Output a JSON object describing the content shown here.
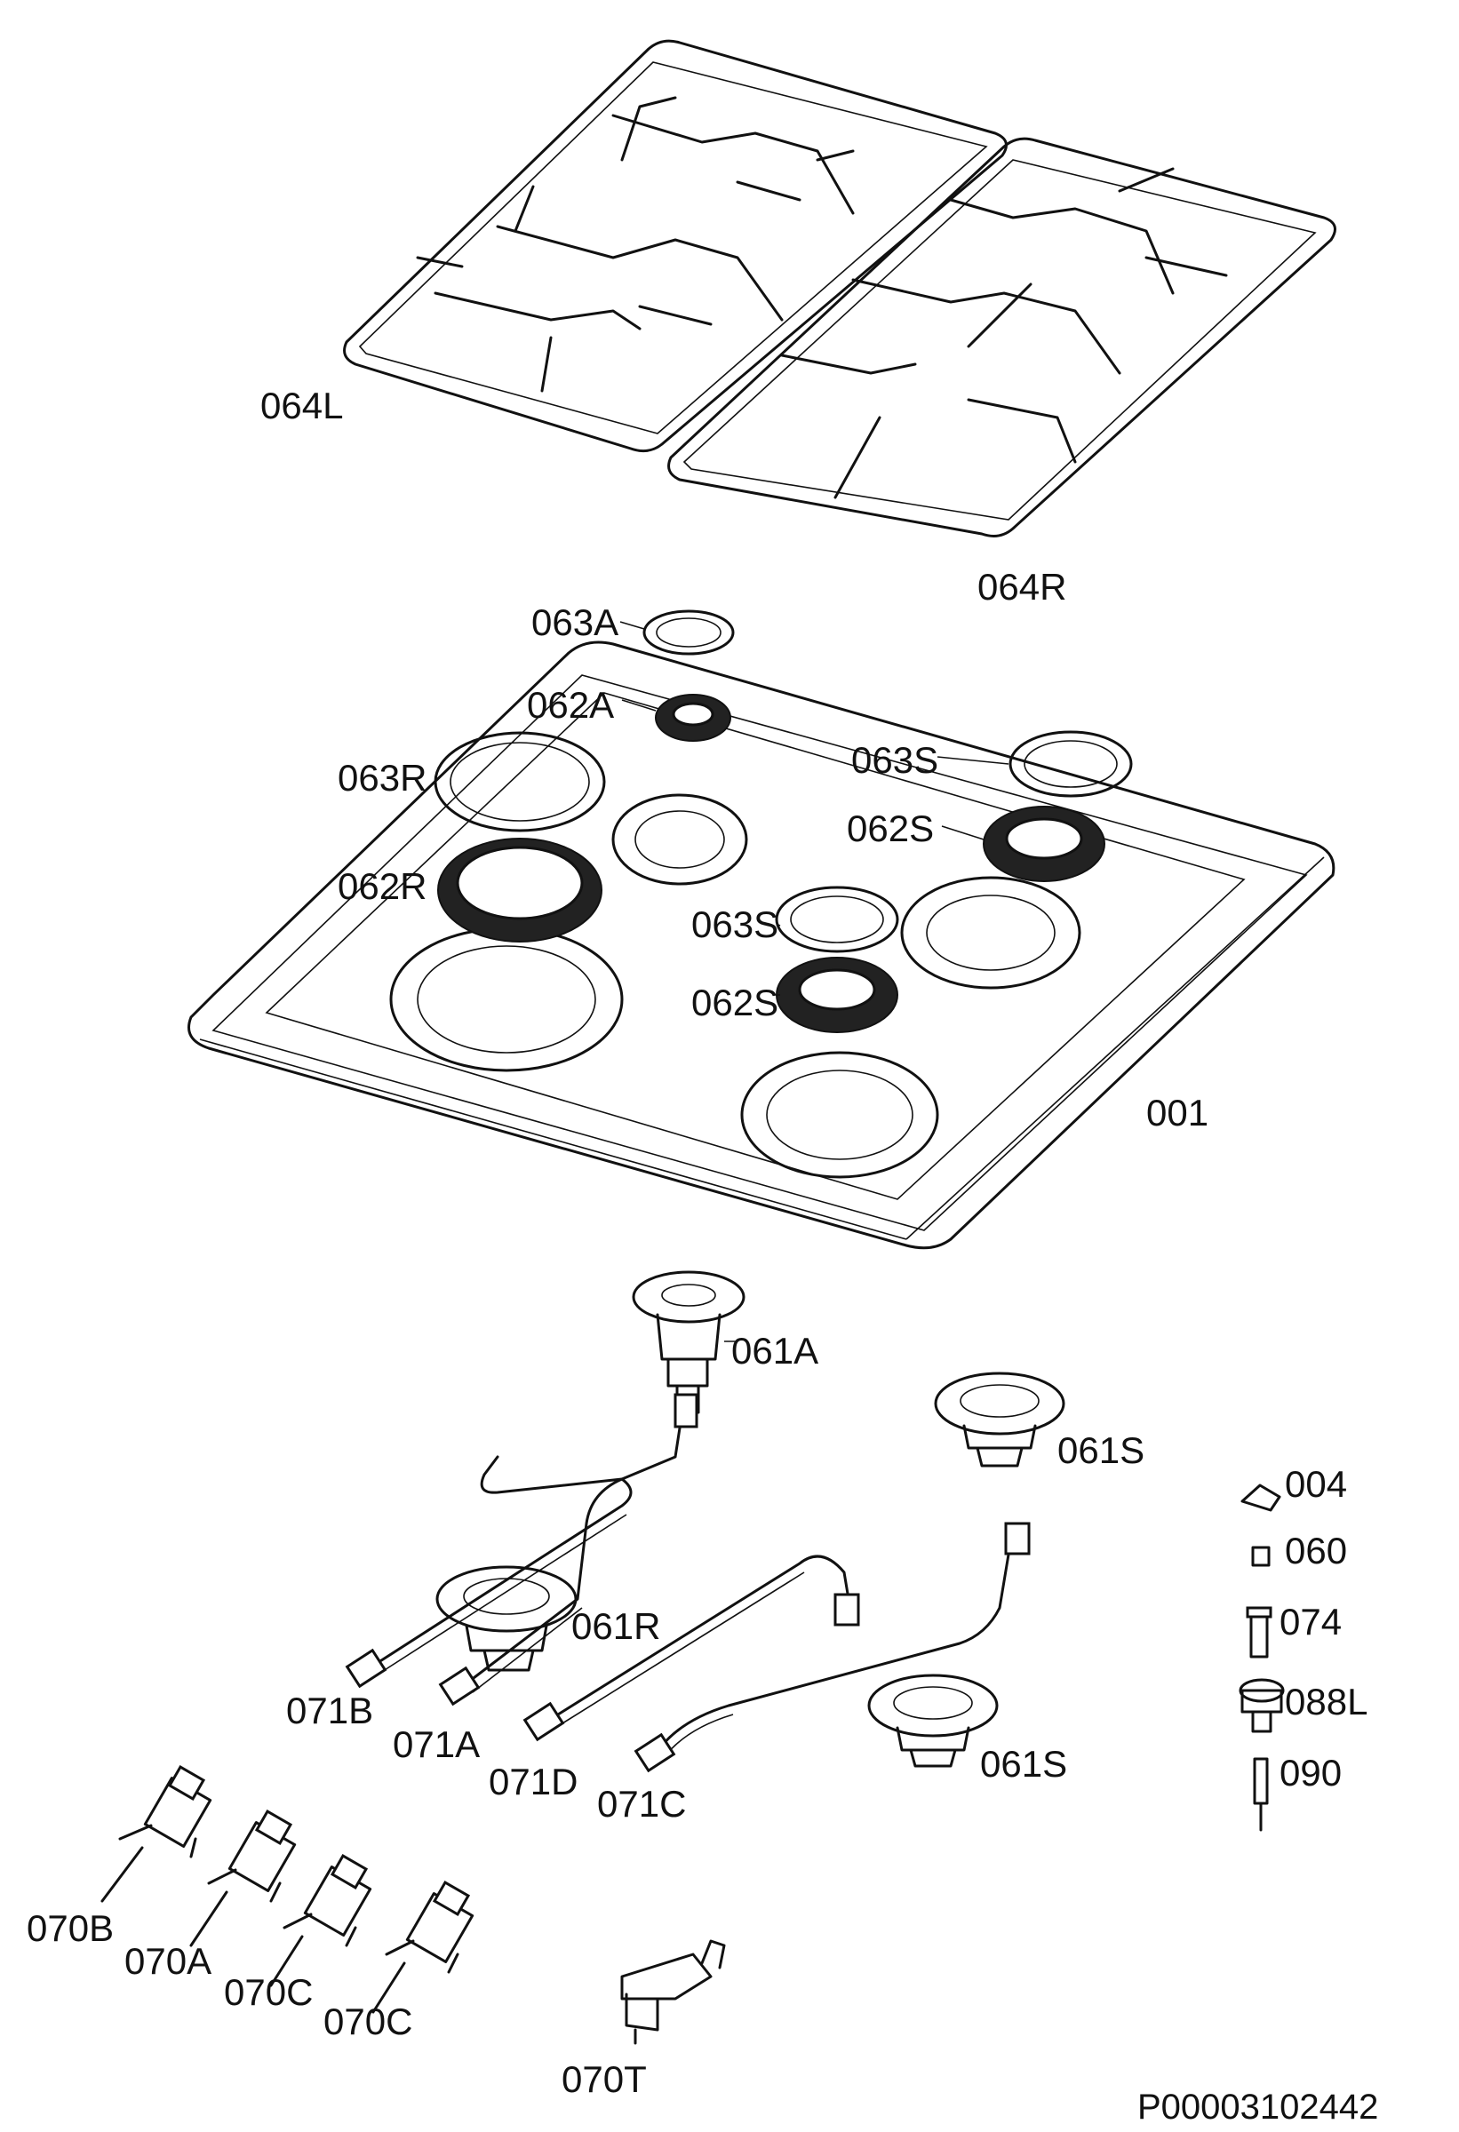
{
  "labels": {
    "grid_left": "064L",
    "grid_right": "064R",
    "cap_aux": "063A",
    "crown_aux": "062A",
    "cap_rapid": "063R",
    "crown_rapid": "062R",
    "cap_semi_1": "063S",
    "crown_semi_1": "062S",
    "cap_semi_2": "063S",
    "crown_semi_2": "062S",
    "hob_top": "001",
    "burner_aux": "061A",
    "burner_semi_1": "061S",
    "burner_rapid": "061R",
    "burner_semi_2": "061S",
    "pipe_b": "071B",
    "pipe_a": "071A",
    "pipe_d": "071D",
    "pipe_c": "071C",
    "clip": "004",
    "nozzle": "060",
    "injector": "074",
    "knob": "088L",
    "thermocouple": "090",
    "valve_b": "070B",
    "valve_a": "070A",
    "valve_c_1": "070C",
    "valve_c_2": "070C",
    "valve_t": "070T"
  },
  "drawing_code": "P00003102442"
}
